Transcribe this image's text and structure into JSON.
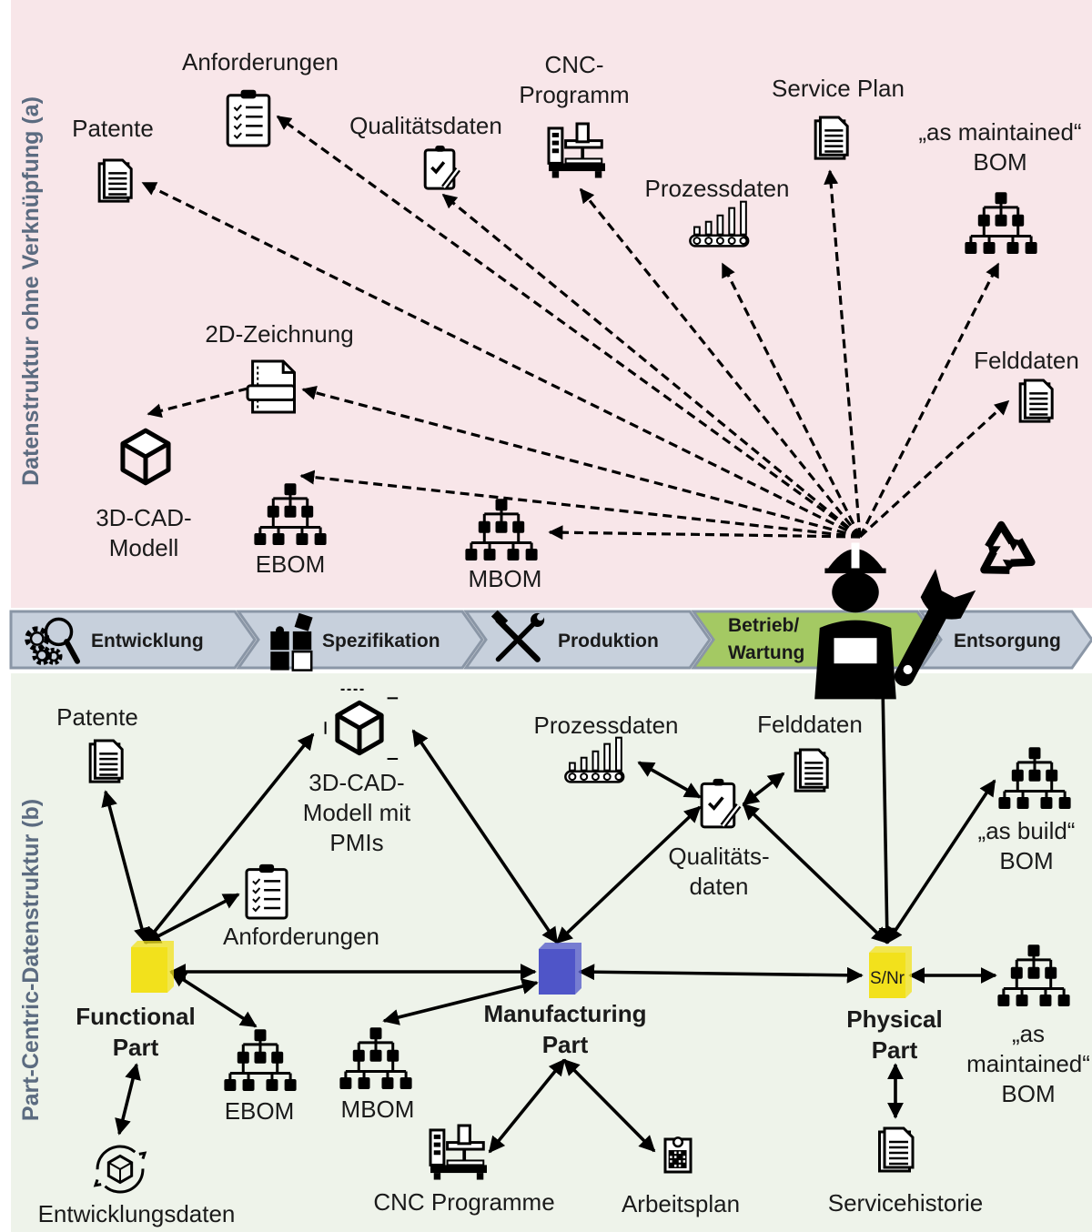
{
  "section_a": {
    "side_label": "Datenstruktur ohne Verknüpfung (a)",
    "nodes": [
      {
        "key": "patente",
        "lines": [
          "Patente"
        ],
        "icon": "document-icon"
      },
      {
        "key": "anforderungen",
        "lines": [
          "Anforderungen"
        ],
        "icon": "clipboard-checklist-icon"
      },
      {
        "key": "qualitaetsdaten",
        "lines": [
          "Qualitätsdaten"
        ],
        "icon": "clipboard-pen-icon"
      },
      {
        "key": "cnc_programm",
        "lines": [
          "CNC-",
          "Programm"
        ],
        "icon": "cnc-machine-icon"
      },
      {
        "key": "service_plan",
        "lines": [
          "Service Plan"
        ],
        "icon": "document-icon"
      },
      {
        "key": "as_maintained_bom",
        "lines": [
          "„as maintained“",
          "BOM"
        ],
        "icon": "hierarchy-icon"
      },
      {
        "key": "prozessdaten",
        "lines": [
          "Prozessdaten"
        ],
        "icon": "bar-chart-icon"
      },
      {
        "key": "felddaten",
        "lines": [
          "Felddaten"
        ],
        "icon": "document-icon"
      },
      {
        "key": "zeichnung_2d",
        "lines": [
          "2D-Zeichnung"
        ],
        "icon": "drawing-2d-icon"
      },
      {
        "key": "cad_3d",
        "lines": [
          "3D-CAD-",
          "Modell"
        ],
        "icon": "cube-icon"
      },
      {
        "key": "ebom",
        "lines": [
          "EBOM"
        ],
        "icon": "hierarchy-icon"
      },
      {
        "key": "mbom",
        "lines": [
          "MBOM"
        ],
        "icon": "hierarchy-icon"
      }
    ]
  },
  "phases": [
    {
      "lines": [
        "Entwicklung"
      ],
      "icon": "gears-magnifier-icon",
      "active": false
    },
    {
      "lines": [
        "Spezifikation"
      ],
      "icon": "puzzle-icon",
      "active": false
    },
    {
      "lines": [
        "Produktion"
      ],
      "icon": "tools-icon",
      "active": false
    },
    {
      "lines": [
        "Betrieb/",
        "Wartung"
      ],
      "icon": "",
      "active": true
    },
    {
      "lines": [
        "Entsorgung"
      ],
      "icon": "",
      "active": false
    }
  ],
  "section_b": {
    "side_label": "Part-Centric-Datenstruktur (b)",
    "parts": [
      {
        "key": "functional",
        "lines": [
          "Functional",
          "Part"
        ],
        "color": "#f2e11c",
        "badge": ""
      },
      {
        "key": "manufacturing",
        "lines": [
          "Manufacturing",
          "Part"
        ],
        "color": "#4f55c8",
        "badge": ""
      },
      {
        "key": "physical",
        "lines": [
          "Physical",
          "Part"
        ],
        "color": "#f2e11c",
        "badge": "S/Nr"
      }
    ],
    "nodes": [
      {
        "key": "patente",
        "lines": [
          "Patente"
        ],
        "icon": "document-icon"
      },
      {
        "key": "cad_pmi",
        "lines": [
          "3D-CAD-",
          "Modell mit",
          "PMIs"
        ],
        "icon": "cube-pmi-icon"
      },
      {
        "key": "anforderungen",
        "lines": [
          "Anforderungen"
        ],
        "icon": "clipboard-checklist-icon"
      },
      {
        "key": "ebom",
        "lines": [
          "EBOM"
        ],
        "icon": "hierarchy-icon"
      },
      {
        "key": "mbom",
        "lines": [
          "MBOM"
        ],
        "icon": "hierarchy-icon"
      },
      {
        "key": "entwicklungsdaten",
        "lines": [
          "Entwicklungsdaten"
        ],
        "icon": "cube-cycle-icon"
      },
      {
        "key": "prozessdaten",
        "lines": [
          "Prozessdaten"
        ],
        "icon": "bar-chart-icon"
      },
      {
        "key": "felddaten",
        "lines": [
          "Felddaten"
        ],
        "icon": "document-icon"
      },
      {
        "key": "qualitaetsdaten",
        "lines": [
          "Qualitäts-",
          "daten"
        ],
        "icon": "clipboard-pen-icon"
      },
      {
        "key": "as_build_bom",
        "lines": [
          "„as build“",
          "BOM"
        ],
        "icon": "hierarchy-icon"
      },
      {
        "key": "as_maintained_bom",
        "lines": [
          "„as",
          "maintained“",
          "BOM"
        ],
        "icon": "hierarchy-icon"
      },
      {
        "key": "cnc_programme",
        "lines": [
          "CNC Programme"
        ],
        "icon": "cnc-machine-icon"
      },
      {
        "key": "arbeitsplan",
        "lines": [
          "Arbeitsplan"
        ],
        "icon": "worksheet-icon"
      },
      {
        "key": "servicehistorie",
        "lines": [
          "Servicehistorie"
        ],
        "icon": "document-icon"
      }
    ]
  },
  "misc": {
    "worker_icon": "worker-icon",
    "wrench_icon": "wrench-icon",
    "recycle_icon": "recycle-icon"
  },
  "colors": {
    "top_bg": "#f8e6e9",
    "bottom_bg": "#eef3ea",
    "phase_fill": "#c7d0dc",
    "phase_active": "#a4c963",
    "side_text": "#5b6b80",
    "line": "#000000"
  }
}
